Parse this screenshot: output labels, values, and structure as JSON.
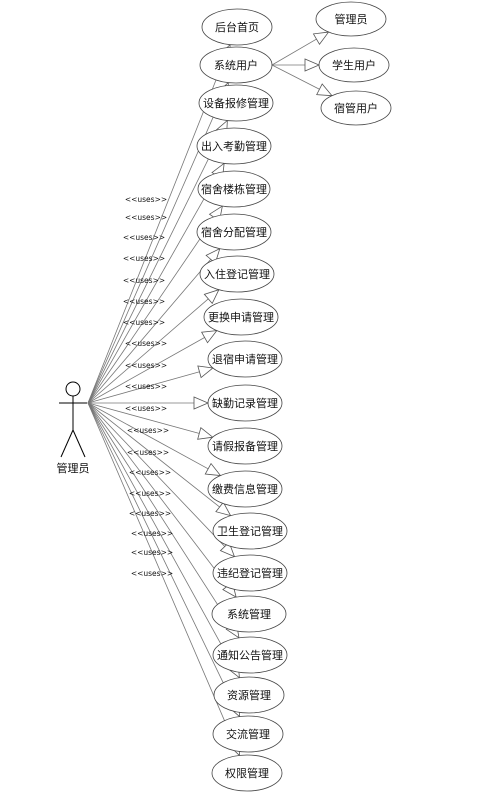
{
  "actor": {
    "label": "管理员"
  },
  "stereotype": "<<uses>>",
  "use_cases": [
    "后台首页",
    "系统用户",
    "设备报修管理",
    "出入考勤管理",
    "宿舍楼栋管理",
    "宿舍分配管理",
    "入住登记管理",
    "更换申请管理",
    "退宿申请管理",
    "缺勤记录管理",
    "请假报备管理",
    "缴费信息管理",
    "卫生登记管理",
    "违纪登记管理",
    "系统管理",
    "通知公告管理",
    "资源管理",
    "交流管理",
    "权限管理"
  ],
  "sub_use_cases": {
    "parent": "系统用户",
    "children": [
      "管理员",
      "学生用户",
      "宿管用户"
    ]
  }
}
